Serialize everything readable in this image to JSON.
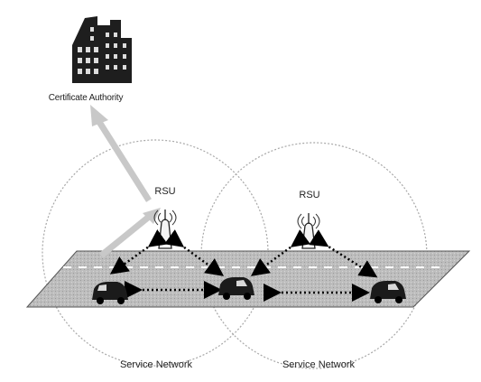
{
  "labels": {
    "certificate_authority": "Certificate Authority",
    "rsu_1": "RSU",
    "rsu_2": "RSU",
    "service_network_1": "Service Network",
    "service_network_2": "Service Network"
  },
  "colors": {
    "road": "#b9b9b9",
    "road_edge": "#555555",
    "building": "#1e1e1e",
    "arrow_to_ca": "#c8c8c8",
    "links": "#000000",
    "lane_marks": "#ffffff"
  },
  "icons": [
    "building-icon",
    "rsu-antenna-icon",
    "car-icon",
    "dotted-circle"
  ]
}
